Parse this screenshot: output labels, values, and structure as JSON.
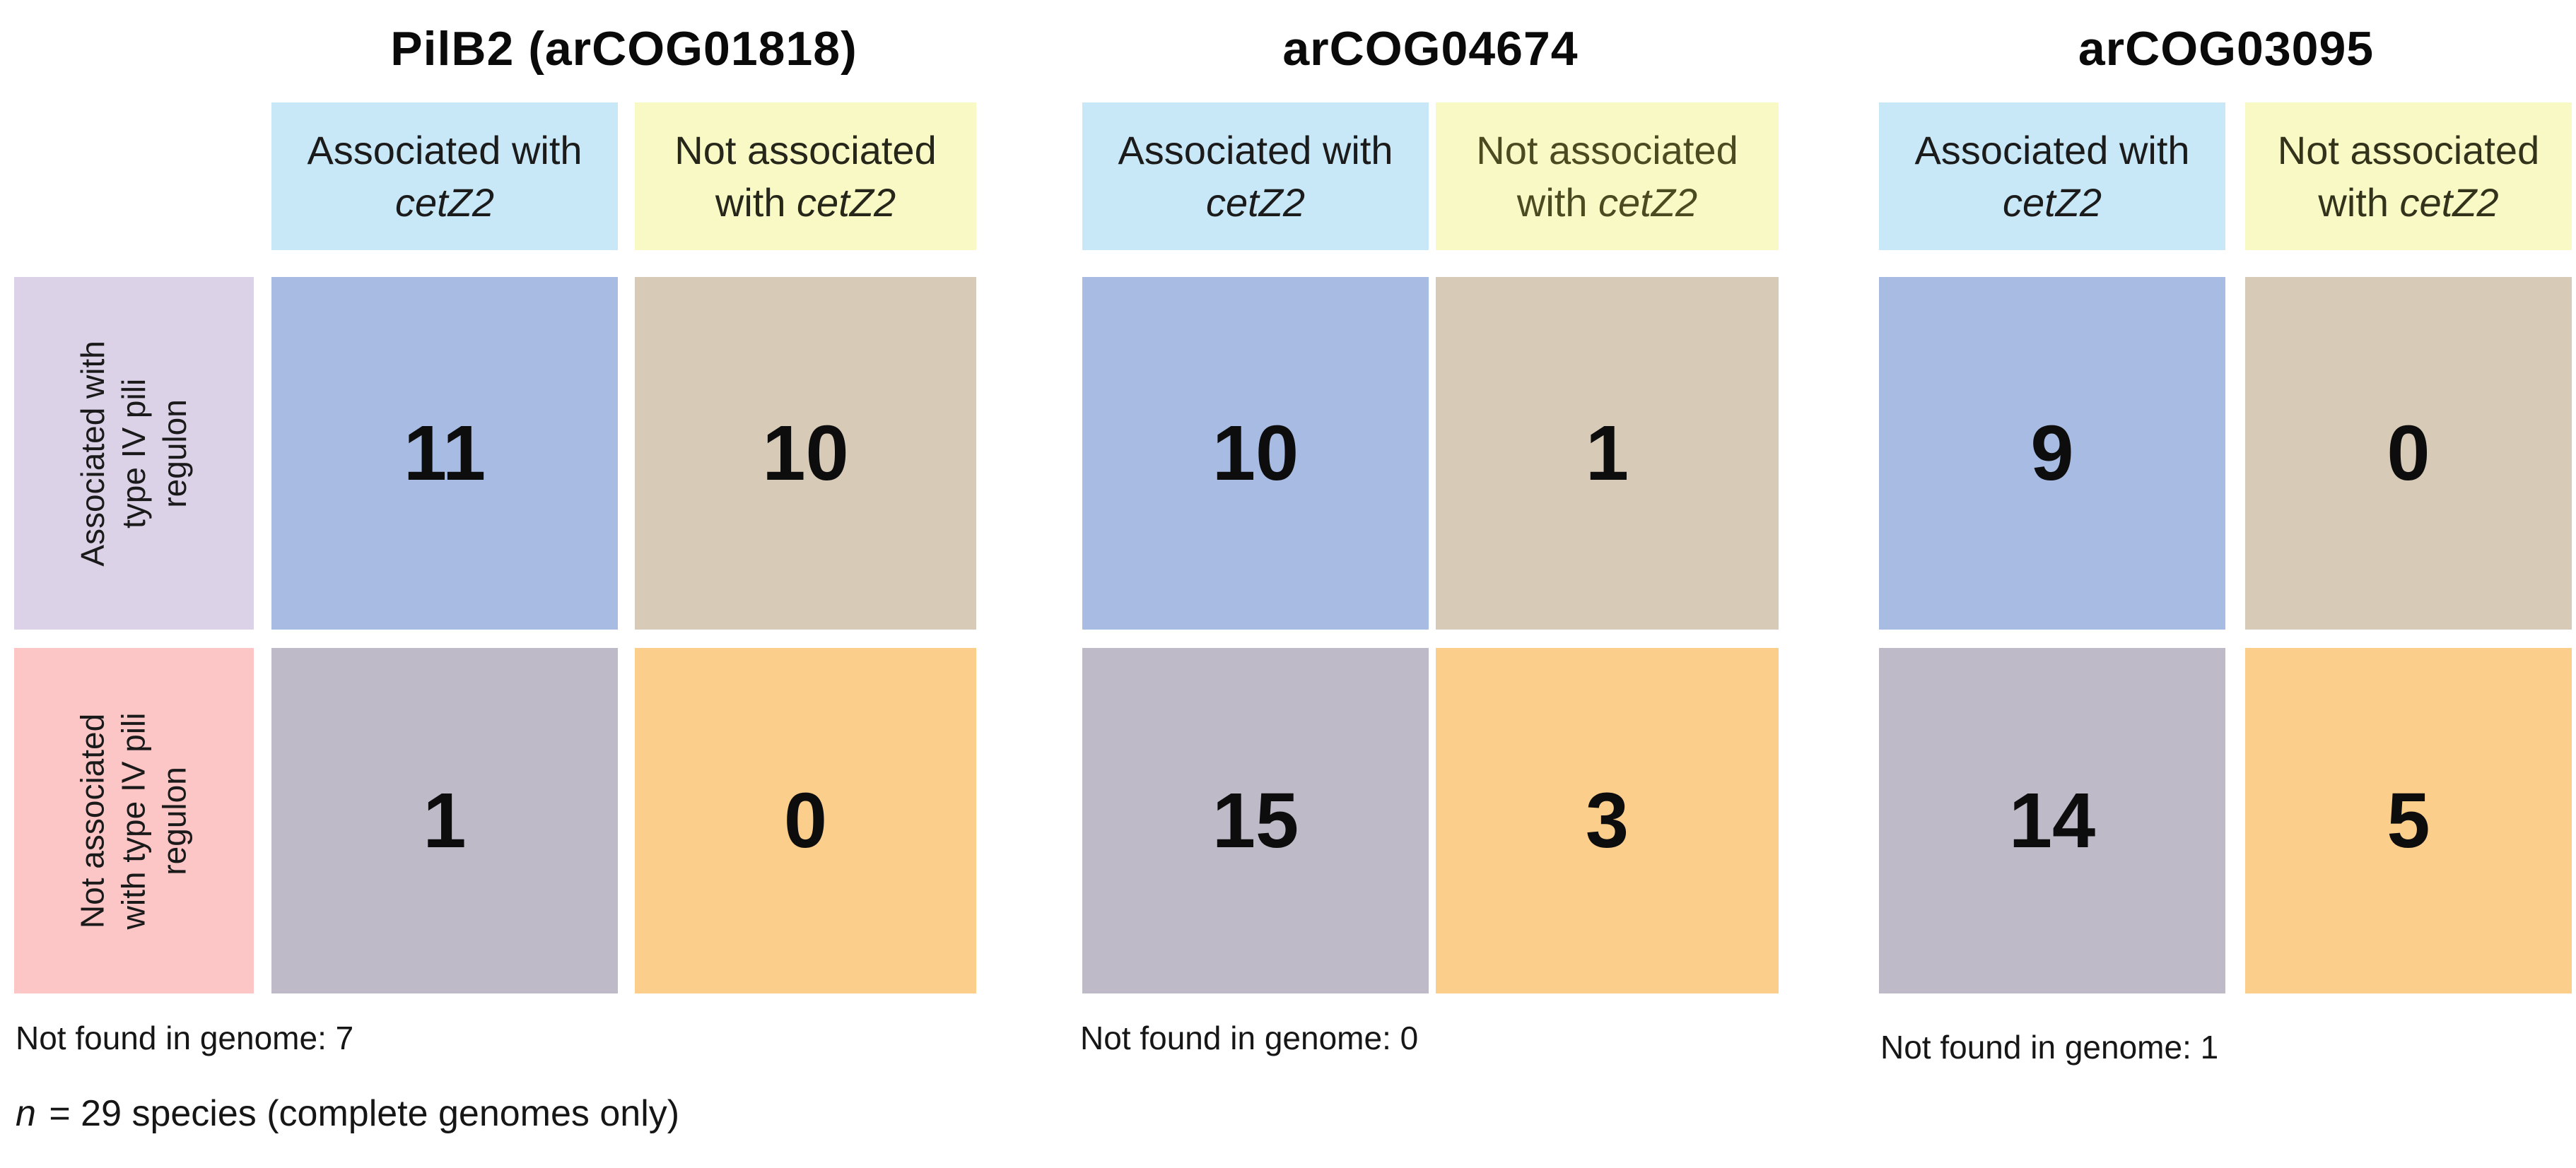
{
  "chart_data": [
    {
      "type": "table",
      "title": "PilB2 (arCOG01818)",
      "columns": [
        "Associated with cetZ2",
        "Not associated with cetZ2"
      ],
      "rows": [
        "Associated with type IV pili regulon",
        "Not associated with type IV pili regulon"
      ],
      "values": [
        [
          11,
          10
        ],
        [
          1,
          0
        ]
      ],
      "footer": "Not found in genome: 7"
    },
    {
      "type": "table",
      "title": "arCOG04674",
      "columns": [
        "Associated with cetZ2",
        "Not associated with cetZ2"
      ],
      "rows": [
        "Associated with type IV pili regulon",
        "Not associated with type IV pili regulon"
      ],
      "values": [
        [
          10,
          1
        ],
        [
          15,
          3
        ]
      ],
      "footer": "Not found in genome: 0"
    },
    {
      "type": "table",
      "title": "arCOG03095",
      "columns": [
        "Associated with cetZ2",
        "Not associated with cetZ2"
      ],
      "rows": [
        "Associated with type IV pili regulon",
        "Not associated with type IV pili regulon"
      ],
      "values": [
        [
          9,
          0
        ],
        [
          14,
          5
        ]
      ],
      "footer": "Not found in genome: 1"
    }
  ],
  "row_headers": [
    {
      "label": "Associated with\ntype IV pili\nregulon",
      "bg": "#dcd2e7"
    },
    {
      "label": "Not associated\nwith type IV pili\nregulon",
      "bg": "#fdc6c6"
    }
  ],
  "tables": [
    {
      "title": "PilB2 (arCOG01818)",
      "col_headers": [
        {
          "line1": "Associated with",
          "line2_prefix": "",
          "gene": "cetZ2",
          "bg": "#c9e8f7",
          "fg": "#1b1b1b"
        },
        {
          "line1": "Not associated",
          "line2_prefix": "with ",
          "gene": "cetZ2",
          "bg": "#f9f9c6",
          "fg": "#26261a"
        }
      ],
      "cells": [
        {
          "value": "11",
          "bg": "#a7bbe3"
        },
        {
          "value": "10",
          "bg": "#d7cbb8"
        },
        {
          "value": "1",
          "bg": "#bfbac8"
        },
        {
          "value": "0",
          "bg": "#fcce8c"
        }
      ],
      "footer": "Not found in genome: 7"
    },
    {
      "title": "arCOG04674",
      "col_headers": [
        {
          "line1": "Associated with",
          "line2_prefix": "",
          "gene": "cetZ2",
          "bg": "#c9e8f7",
          "fg": "#1b1b1b"
        },
        {
          "line1": "Not associated",
          "line2_prefix": "with ",
          "gene": "cetZ2",
          "bg": "#f9f9c6",
          "fg": "#4b4b22"
        }
      ],
      "cells": [
        {
          "value": "10",
          "bg": "#a7bbe3"
        },
        {
          "value": "1",
          "bg": "#d7cbb8"
        },
        {
          "value": "15",
          "bg": "#bfbac8"
        },
        {
          "value": "3",
          "bg": "#fcce8c"
        }
      ],
      "footer": "Not found in genome: 0"
    },
    {
      "title": "arCOG03095",
      "col_headers": [
        {
          "line1": "Associated with",
          "line2_prefix": "",
          "gene": "cetZ2",
          "bg": "#c9e8f7",
          "fg": "#1b1b1b"
        },
        {
          "line1": "Not associated",
          "line2_prefix": "with ",
          "gene": "cetZ2",
          "bg": "#f9f9c6",
          "fg": "#33331c"
        }
      ],
      "cells": [
        {
          "value": "9",
          "bg": "#a7bbe3"
        },
        {
          "value": "0",
          "bg": "#d7cbb8"
        },
        {
          "value": "14",
          "bg": "#bfbac8"
        },
        {
          "value": "5",
          "bg": "#fcce8c"
        }
      ],
      "footer": "Not found in genome: 1"
    }
  ],
  "note": {
    "italic": "n",
    "text": " = 29 species (complete genomes only)"
  }
}
